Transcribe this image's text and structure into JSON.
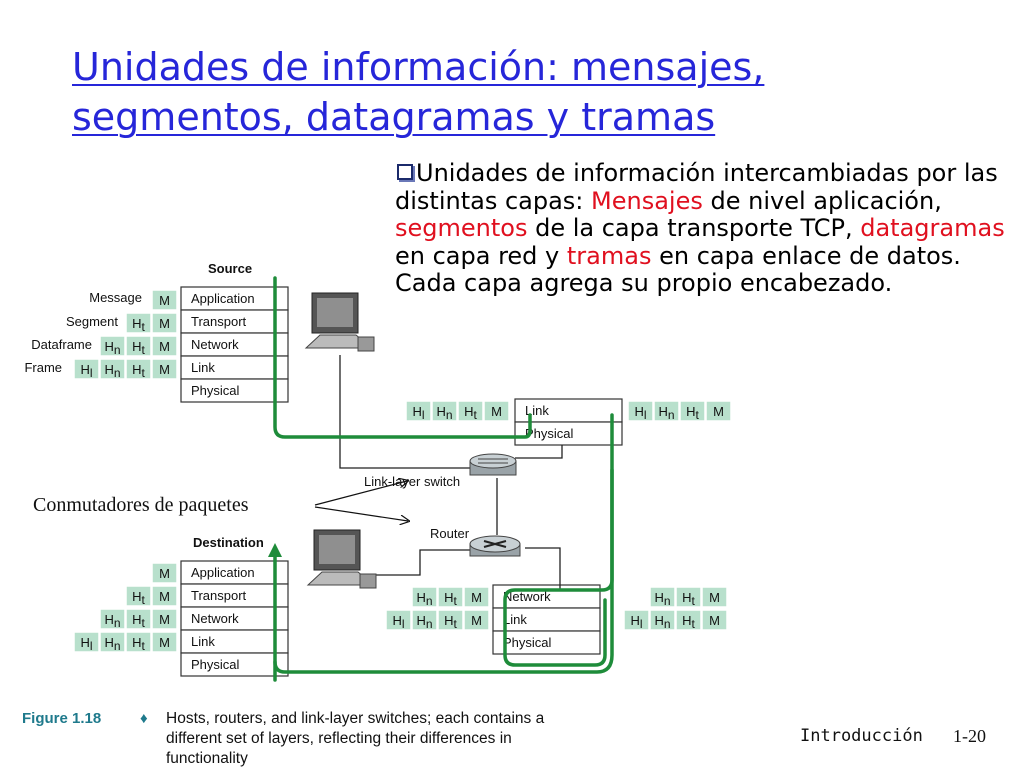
{
  "title": {
    "line1": "Unidades de información: mensajes,",
    "line2": "segmentos, datagramas y tramas"
  },
  "bullet": [
    {
      "text": "Unidades de información intercambiadas por las distintas capas: ",
      "color": "black"
    },
    {
      "text": "Mensajes",
      "color": "red"
    },
    {
      "text": " de nivel aplicación, ",
      "color": "black"
    },
    {
      "text": "segmentos",
      "color": "red"
    },
    {
      "text": " de la capa transporte TCP, ",
      "color": "black"
    },
    {
      "text": "datagramas",
      "color": "red"
    },
    {
      "text": " en capa red y ",
      "color": "black"
    },
    {
      "text": "tramas",
      "color": "red"
    },
    {
      "text": " en capa enlace de datos. Cada capa agrega su propio encabezado.",
      "color": "black"
    }
  ],
  "figure": {
    "source_label": "Source",
    "destination_label": "Destination",
    "row_labels": [
      "Message",
      "Segment",
      "Dataframe",
      "Frame"
    ],
    "headers": {
      "m": "M",
      "ht": "Ht",
      "hn": "Hn",
      "hl": "Hl"
    },
    "stack_layers": [
      "Application",
      "Transport",
      "Network",
      "Link",
      "Physical"
    ],
    "switch_layers": [
      "Link",
      "Physical"
    ],
    "router_layers": [
      "Network",
      "Link",
      "Physical"
    ],
    "switch_label": "Link-layer switch",
    "router_label": "Router",
    "annotation": "Conmutadores de paquetes",
    "caption_fig": "Figure 1.18",
    "caption_diamond": "♦",
    "caption_lines": [
      "Hosts, routers, and link-layer switches; each contains a",
      "different set of layers, reflecting their differences in",
      "functionality"
    ]
  },
  "footer": {
    "section": "Introducción",
    "page": "1-20"
  },
  "colors": {
    "title": "#2626d9",
    "accent_red": "#e0101f",
    "header_cell": "#b8e0cc",
    "path": "#1e8c3a"
  }
}
